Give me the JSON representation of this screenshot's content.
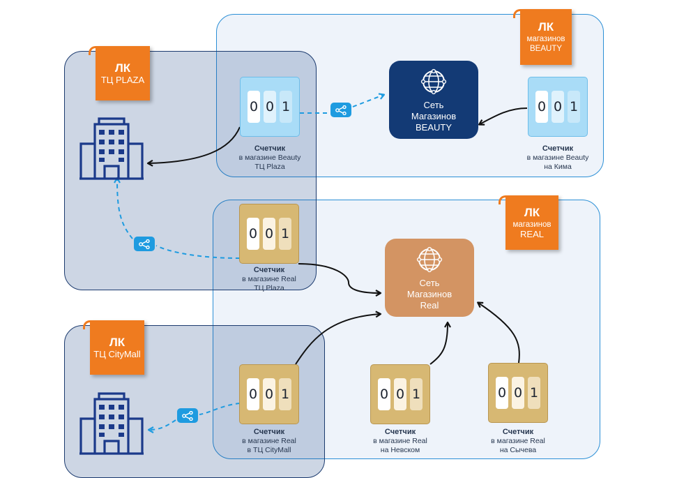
{
  "zones": {
    "beauty": {
      "tag_line1": "ЛК",
      "tag_line2": "магазинов",
      "tag_line3": "BEAUTY"
    },
    "real": {
      "tag_line1": "ЛК",
      "tag_line2": "магазинов",
      "tag_line3": "REAL"
    },
    "plaza": {
      "tag_line1": "ЛК",
      "tag_line2": "ТЦ PLAZA"
    },
    "citymall": {
      "tag_line1": "ЛК",
      "tag_line2": "ТЦ CityMall"
    }
  },
  "hubs": {
    "beauty": {
      "line1": "Сеть",
      "line2": "Магазинов",
      "line3": "BEAUTY",
      "icon": "globe-network-icon"
    },
    "real": {
      "line1": "Сеть",
      "line2": "Магазинов",
      "line3": "Real",
      "icon": "globe-network-icon"
    }
  },
  "meters": {
    "beauty_plaza": {
      "digits": [
        "0",
        "0",
        "1"
      ],
      "title": "Счетчик",
      "line1": "в магазине Beauty",
      "line2": "ТЦ Plaza"
    },
    "beauty_kima": {
      "digits": [
        "0",
        "0",
        "1"
      ],
      "title": "Счетчик",
      "line1": "в магазине Beauty",
      "line2": "на Кима"
    },
    "real_plaza": {
      "digits": [
        "0",
        "0",
        "1"
      ],
      "title": "Счетчик",
      "line1": "в магазине Real",
      "line2": "ТЦ Plaza"
    },
    "real_citymall": {
      "digits": [
        "0",
        "0",
        "1"
      ],
      "title": "Счетчик",
      "line1": "в магазине Real",
      "line2": "в ТЦ CityMall"
    },
    "real_nevsky": {
      "digits": [
        "0",
        "0",
        "1"
      ],
      "title": "Счетчик",
      "line1": "в магазине Real",
      "line2": "на Невском"
    },
    "real_sycheva": {
      "digits": [
        "0",
        "0",
        "1"
      ],
      "title": "Счетчик",
      "line1": "в магазине Real",
      "line2": "на Сычева"
    }
  },
  "icons": {
    "building": "office-building-icon",
    "share": "share-icon"
  },
  "colors": {
    "tag_orange": "#ef7b1f",
    "hub_beauty": "#133a75",
    "hub_real": "#d39463",
    "meter_blue": "#a9dcf7",
    "meter_gold": "#d7b873",
    "link_dashed": "#1e9be0",
    "link_solid": "#111111"
  }
}
